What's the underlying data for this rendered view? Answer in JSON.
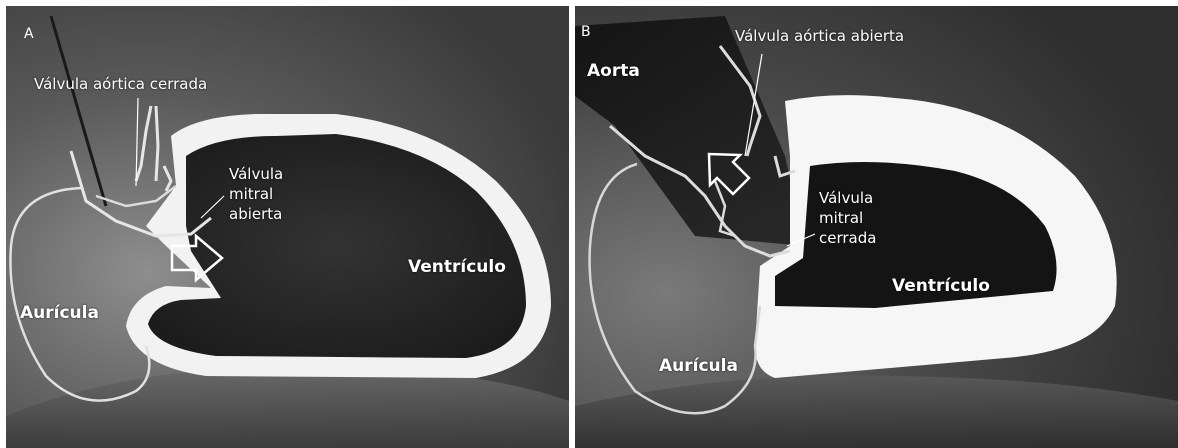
{
  "panels": [
    {
      "letter": "A",
      "labels": {
        "valvula_aortica": "Válvula aórtica cerrada",
        "valvula_mitral": [
          "Válvula",
          "mitral",
          "abierta"
        ],
        "auricula": "Aurícula",
        "ventriculo": "Ventrículo"
      },
      "arrow": "right-arrow"
    },
    {
      "letter": "B",
      "labels": {
        "aorta": "Aorta",
        "valvula_aortica": "Válvula aórtica abierta",
        "valvula_mitral": [
          "Válvula",
          "mitral",
          "cerrada"
        ],
        "auricula": "Aurícula",
        "ventriculo": "Ventrículo"
      },
      "arrow": "up-left-arrow"
    }
  ],
  "colors": {
    "background_dark": "#2a2a2a",
    "cavity": "#1a1a1a",
    "wall": "#f4f4f4",
    "outline": "#d8d8d8"
  }
}
